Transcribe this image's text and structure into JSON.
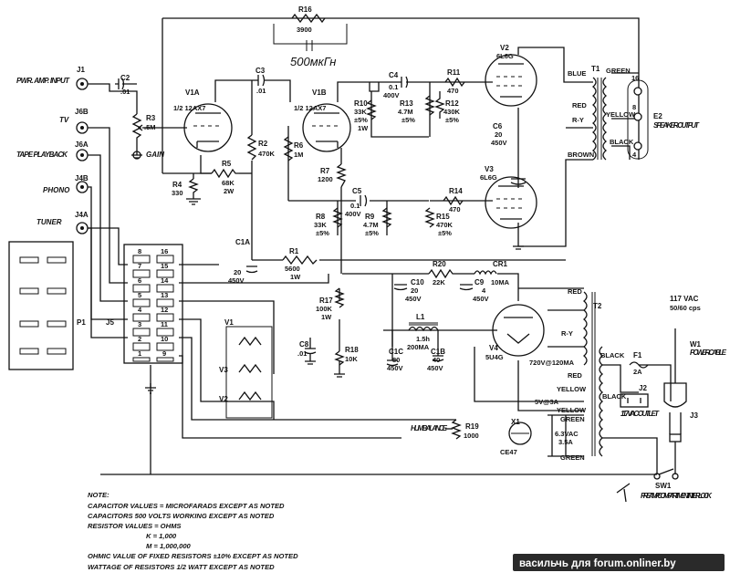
{
  "labels": {
    "j1": "J1",
    "pwr_amp_input": "PWR. AMP. INPUT",
    "j6b": "J6B",
    "tv": "TV",
    "j6a": "J6A",
    "tape_playback": "TAPE PLAYBACK",
    "j4b": "J4B",
    "phono": "PHONO",
    "j4a": "J4A",
    "tuner": "TUNER",
    "c2": "C2",
    "c2_val": ".01",
    "r3": "R3",
    "r3_val": ".5M",
    "gain": "GAIN",
    "r16": "R16",
    "r16_val": "3900",
    "v1a": "V1A",
    "v1a_type": "1/2 12AX7",
    "v1b": "V1B",
    "v1b_type": "1/2 12AX7",
    "c3": "C3",
    "c3_val": ".01",
    "r2": "R2",
    "r2_val": "470K",
    "r4": "R4",
    "r4_val": "330",
    "r5": "R5",
    "r5_val": "68K",
    "r5_w": "2W",
    "r6": "R6",
    "r6_val": "1M",
    "r7": "R7",
    "r7_val": "1200",
    "c4": "C4",
    "c4_val": "0.1",
    "c4_v": "400V",
    "r10": "R10",
    "r10_val": "33K",
    "r10_tol": "±5%",
    "r10_w": "1W",
    "r13": "R13",
    "r13_val": "4.7M",
    "r13_tol": "±5%",
    "r11": "R11",
    "r11_val": "470",
    "r12": "R12",
    "r12_val": "430K",
    "r12_tol": "±5%",
    "v2": "V2",
    "v2_type": "6L6G",
    "v3": "V3",
    "v3_type": "6L6G",
    "c5": "C5",
    "c5_val": "0.1",
    "c5_v": "400V",
    "r8": "R8",
    "r8_val": "33K",
    "r8_tol": "±5%",
    "r9": "R9",
    "r9_val": "4.7M",
    "r9_tol": "±5%",
    "r14": "R14",
    "r14_val": "470",
    "r15": "R15",
    "r15_val": "470K",
    "r15_tol": "±5%",
    "c6": "C6",
    "c6_val": "20",
    "c6_v": "450V",
    "t1": "T1",
    "blue": "BLUE",
    "green": "GREEN",
    "red": "RED",
    "r_y": "R-Y",
    "yellow": "YELLOW",
    "black": "BLACK",
    "brown": "BROWN",
    "e2": "E2",
    "speaker_output": "SPEAKER OUTPUT",
    "tap16": "16",
    "tap8": "8",
    "tap4": "4",
    "c1a": "C1A",
    "c1a_val": "20",
    "c1a_v": "450V",
    "r1": "R1",
    "r1_val": "5600",
    "r1_w": "1W",
    "r20": "R20",
    "r20_val": "22K",
    "cr1": "CR1",
    "cr1_val": "10MA",
    "c10": "C10",
    "c10_val": "20",
    "c10_v": "450V",
    "c9": "C9",
    "c9_val": "4",
    "c9_v": "450V",
    "r17": "R17",
    "r17_val": "100K",
    "r17_w": "1W",
    "c8": "C8",
    "c8_val": ".01",
    "r18": "R18",
    "r18_val": "10K",
    "l1": "L1",
    "l1_val": "1.5h",
    "l1_ma": "200MA",
    "c1c": "C1C",
    "c1c_val": "80",
    "c1c_v": "450V",
    "c1b": "C1B",
    "c1b_val": "40",
    "c1b_v": "450V",
    "v4": "V4",
    "v4_type": "5U4G",
    "t2": "T2",
    "hv": "720V@120MA",
    "five_v": "5V@3A",
    "six_v": "6.3VAC",
    "six_a": "3.5A",
    "f1": "F1",
    "f1_val": "2A",
    "j2": "J2",
    "j2_label": "117VAC OUTLET",
    "mains": "117 VAC",
    "mains_hz": "50/60 cps",
    "w1": "W1",
    "power_cable": "POWER CABLE",
    "j3": "J3",
    "sw1": "SW1",
    "preamp_interlock": "PREAMP COMPARTMENT INTERLOCK",
    "x1": "X1",
    "ce47": "CE47",
    "hum_balance": "HUM BALANCE",
    "r19": "R19",
    "r19_val": "1000",
    "j5": "J5",
    "p1": "P1",
    "v1": "V1",
    "v2s": "V2",
    "v3s": "V3",
    "handwritten": "500мкГн"
  },
  "j5_pins_left": [
    "8",
    "7",
    "6",
    "5",
    "4",
    "3",
    "2",
    "1"
  ],
  "j5_pins_right": [
    "16",
    "15",
    "14",
    "13",
    "12",
    "11",
    "10",
    "9"
  ],
  "notes": [
    "NOTE:",
    "CAPACITOR VALUES = MICROFARADS   EXCEPT AS NOTED",
    "CAPACITORS 500 VOLTS WORKING     EXCEPT AS NOTED",
    "RESISTOR VALUES = OHMS",
    "K = 1,000",
    "M = 1,000,000",
    "OHMIC VALUE OF FIXED RESISTORS ±10% EXCEPT AS NOTED",
    "WATTAGE OF RESISTORS 1/2 WATT   EXCEPT AS NOTED"
  ],
  "watermark": "васильчь для forum.onliner.by"
}
